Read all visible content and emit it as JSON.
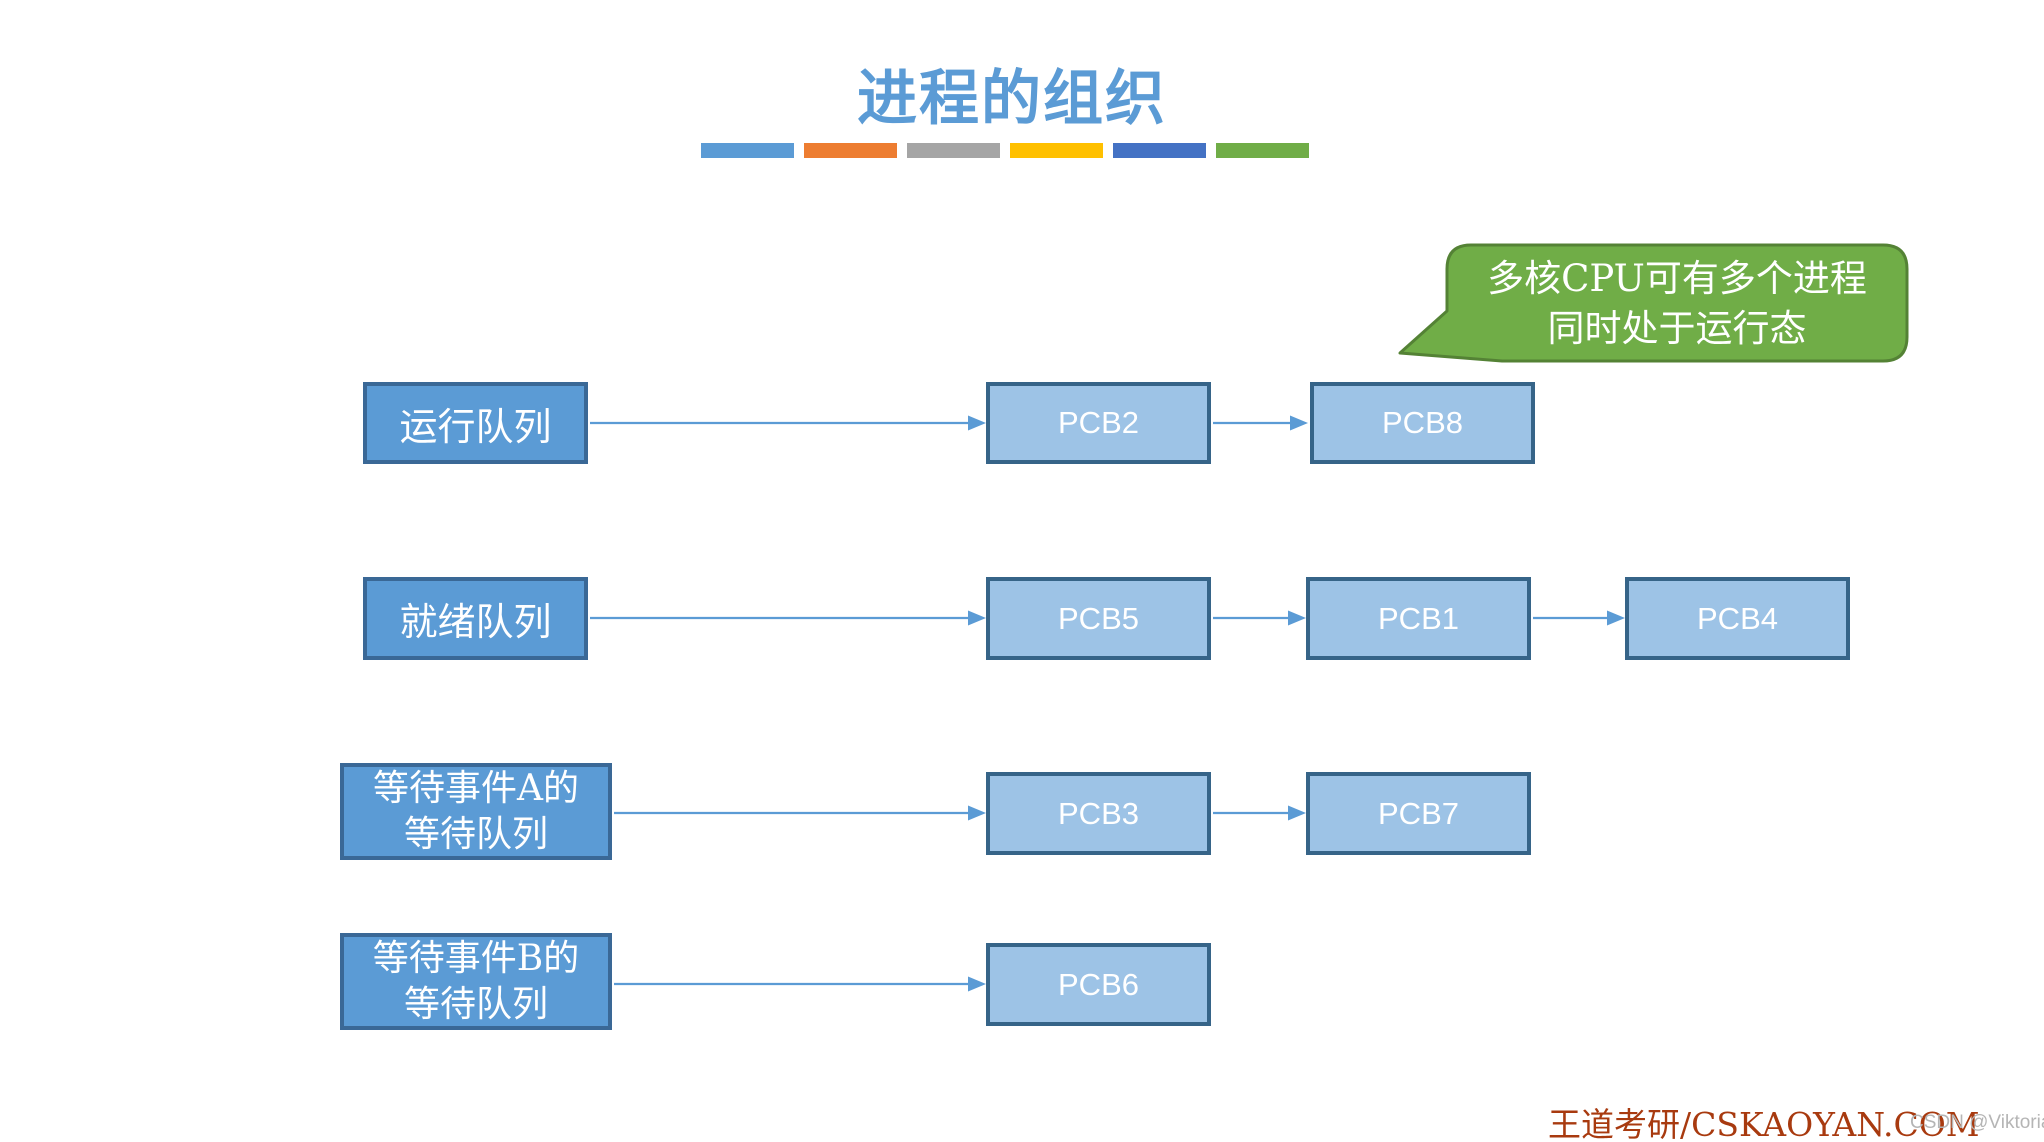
{
  "title": "进程的组织",
  "divider_colors": [
    "#5B9BD5",
    "#ED7D31",
    "#A5A5A5",
    "#FFC000",
    "#4472C4",
    "#70AD47"
  ],
  "colors": {
    "title": "#5B9BD5",
    "queue_fill": "#5B9BD5",
    "queue_border": "#3A6896",
    "pcb_fill": "#9DC3E6",
    "pcb_border": "#366488",
    "arrow": "#5B9BD5",
    "callout_fill": "#70AD47",
    "callout_border": "#548235",
    "brand": "#A83A0F",
    "watermark": "#B5B5B5"
  },
  "callout": {
    "line1": "多核CPU可有多个进程",
    "line2": "同时处于运行态"
  },
  "rows": [
    {
      "queue": {
        "lines": [
          "运行队列"
        ]
      },
      "pcbs": [
        "PCB2",
        "PCB8"
      ]
    },
    {
      "queue": {
        "lines": [
          "就绪队列"
        ]
      },
      "pcbs": [
        "PCB5",
        "PCB1",
        "PCB4"
      ]
    },
    {
      "queue": {
        "lines": [
          "等待事件A的",
          "等待队列"
        ]
      },
      "pcbs": [
        "PCB3",
        "PCB7"
      ]
    },
    {
      "queue": {
        "lines": [
          "等待事件B的",
          "等待队列"
        ]
      },
      "pcbs": [
        "PCB6"
      ]
    }
  ],
  "footer": {
    "brand": "王道考研/CSKAOYAN.COM",
    "watermark": "CSDN @Viktoriae"
  }
}
